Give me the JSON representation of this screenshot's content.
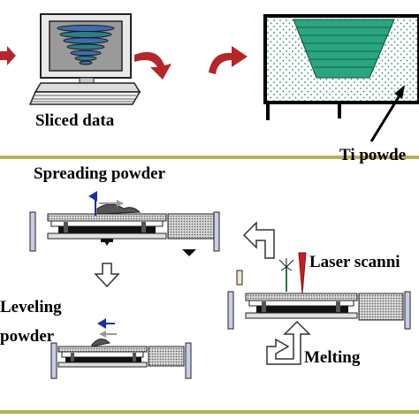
{
  "top_panel": {
    "sliced_data_label": "Sliced data",
    "ti_powder_label": "Ti powde"
  },
  "bottom_panel": {
    "spreading_label": "Spreading powder",
    "leveling_line1": "Leveling",
    "leveling_line2": "powder",
    "laser_label": "Laser scanni",
    "melting_label": "Melting"
  },
  "colors": {
    "divider": "#b5b05a",
    "arrow_red": "#b4262a",
    "part_teal": "#2aa57f",
    "powder_speckle": "#2f8a6a",
    "screen_blue": "#3f6db0",
    "laser_red": "#cc1e1e",
    "blue_arrow": "#1f2ea0"
  }
}
